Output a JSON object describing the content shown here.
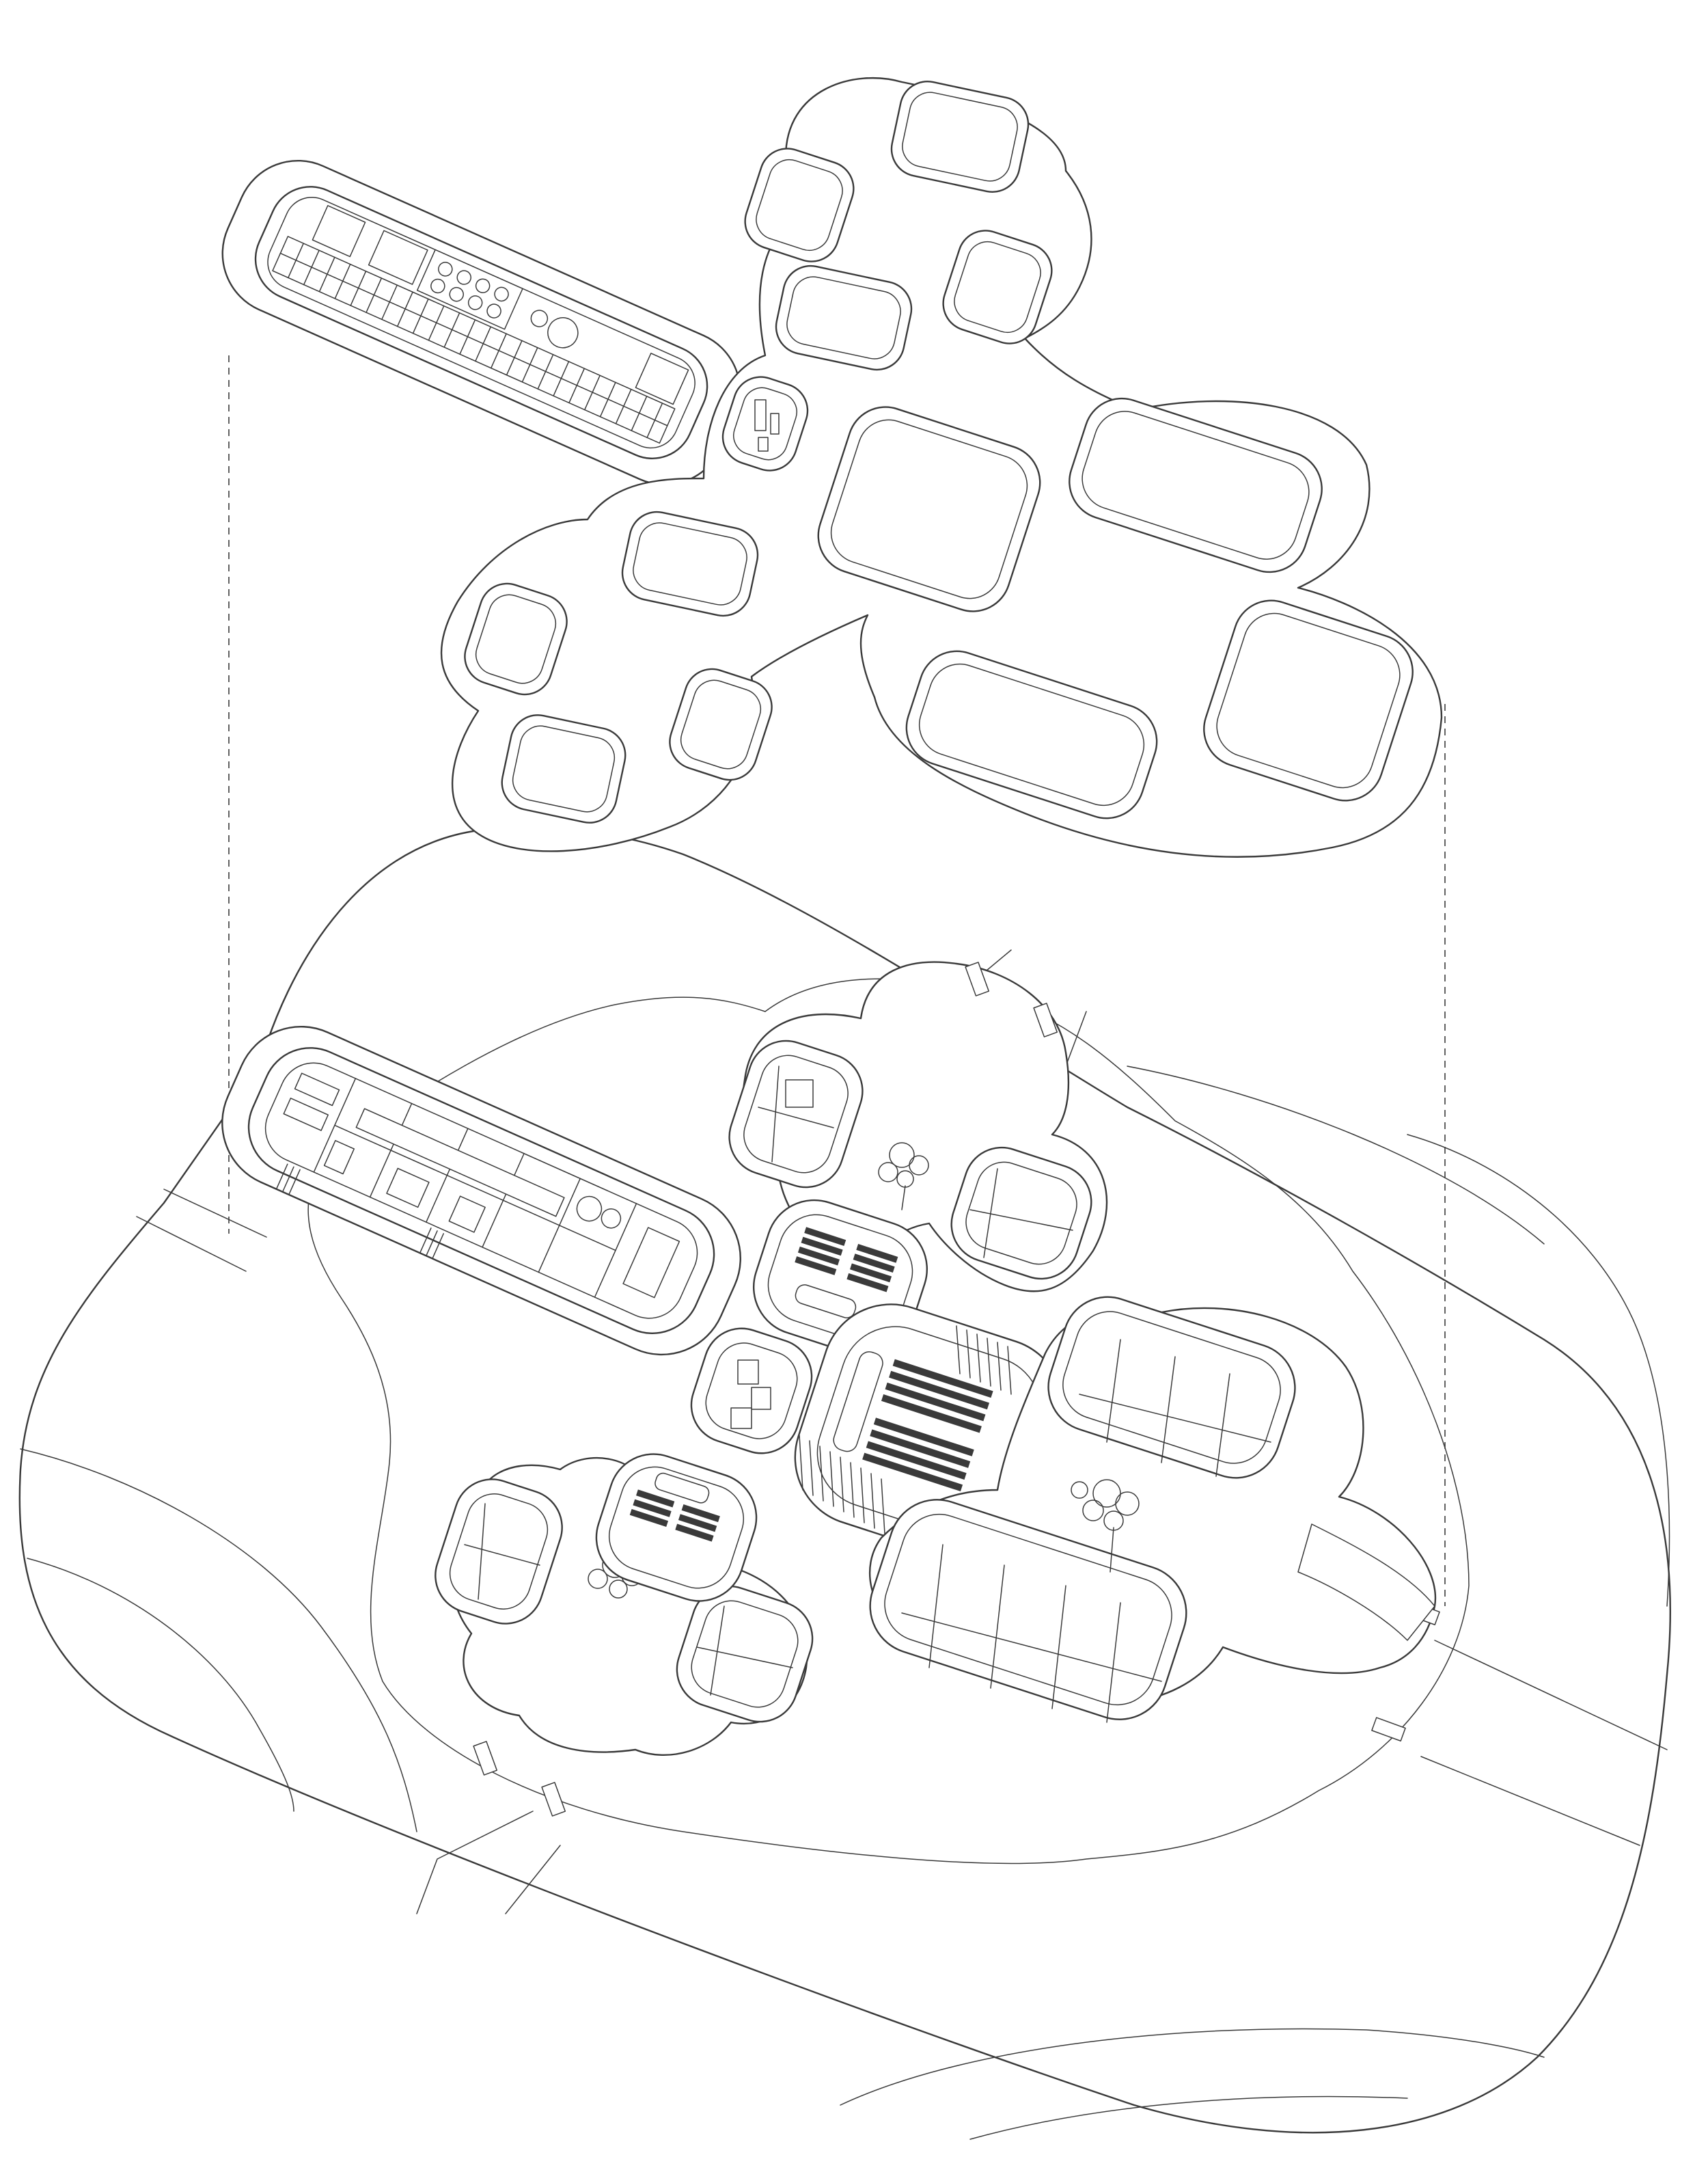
{
  "colors": {
    "line": "#3a3a3a",
    "background": "#ffffff"
  },
  "figure": {
    "type": "exploded axonometric architectural line drawing",
    "layers": [
      "roof-plan",
      "ground-floor-plan",
      "terrain"
    ],
    "text_labels": []
  }
}
